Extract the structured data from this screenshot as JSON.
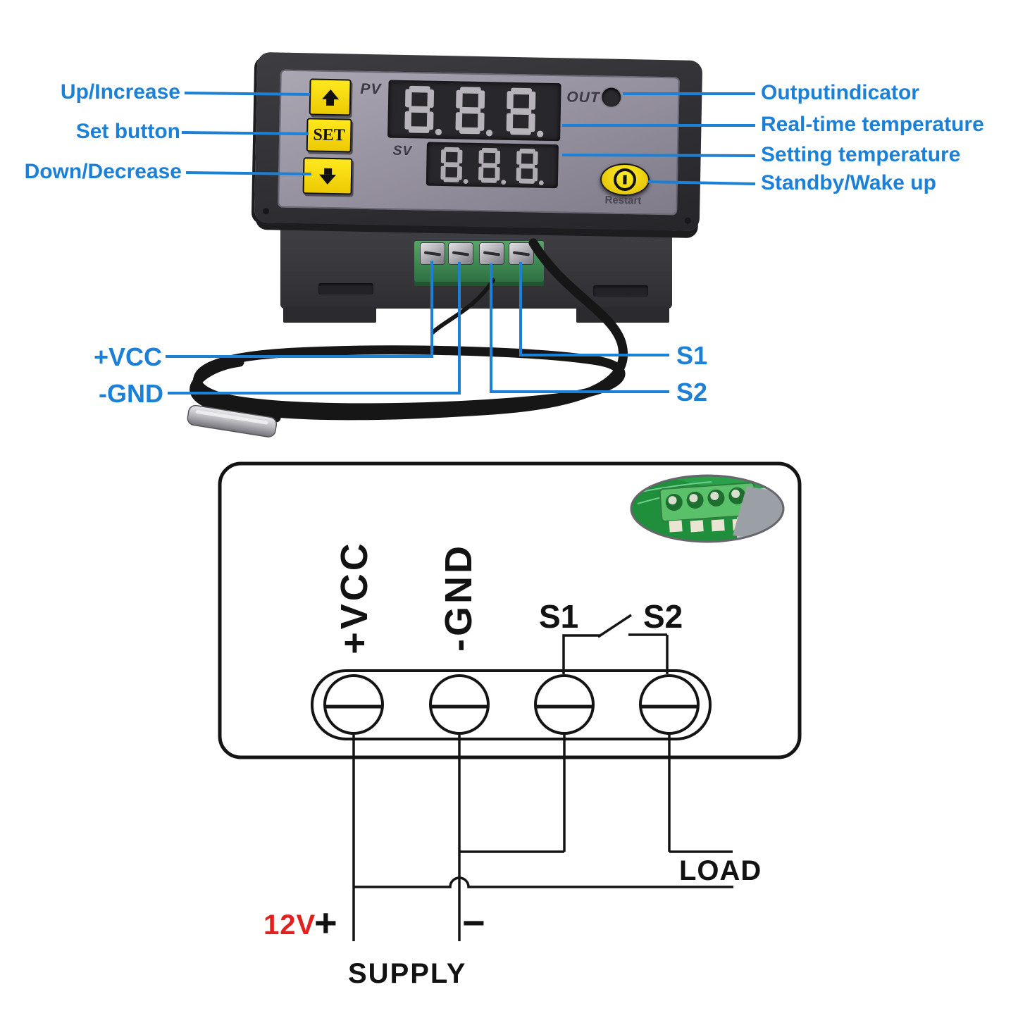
{
  "callouts": {
    "left": [
      {
        "label": "Up/Increase"
      },
      {
        "label": "Set button"
      },
      {
        "label": "Down/Decrease"
      }
    ],
    "right": [
      {
        "label": "Outputindicator"
      },
      {
        "label": "Real-time temperature"
      },
      {
        "label": "Setting temperature"
      },
      {
        "label": "Standby/Wake up"
      }
    ]
  },
  "terminals": {
    "vcc": "+VCC",
    "gnd": "-GND",
    "s1": "S1",
    "s2": "S2"
  },
  "device": {
    "pv": "PV",
    "sv": "SV",
    "out": "OUT",
    "set": "SET",
    "restart": "Restart",
    "pv_value": "8.8.8.",
    "sv_value": "8.8.8."
  },
  "diagram": {
    "vcc": "+VCC",
    "gnd": "-GND",
    "s1": "S1",
    "s2": "S2",
    "load": "LOAD",
    "voltage": "12V",
    "plus": "+",
    "minus": "−",
    "supply": "SUPPLY"
  },
  "colors": {
    "callout_blue": "#1c80d7",
    "voltage_red": "#e2211f",
    "button_yellow": "#f2d402",
    "panel_gray": "#98949f",
    "bezel_dark": "#303034"
  }
}
